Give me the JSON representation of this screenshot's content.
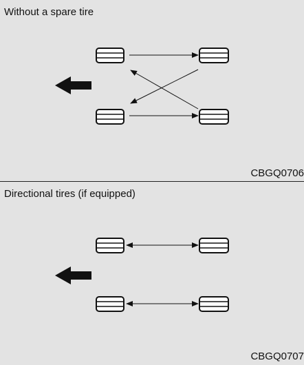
{
  "panels": [
    {
      "title": "Without a spare tire",
      "code": "CBGQ0706"
    },
    {
      "title": "Directional tires (if equipped)",
      "code": "CBGQ0707"
    }
  ],
  "icons": {
    "tire": "tire-icon",
    "front_direction": "front-direction-arrow-icon"
  },
  "colors": {
    "background": "#e3e3e3",
    "line": "#111111"
  }
}
